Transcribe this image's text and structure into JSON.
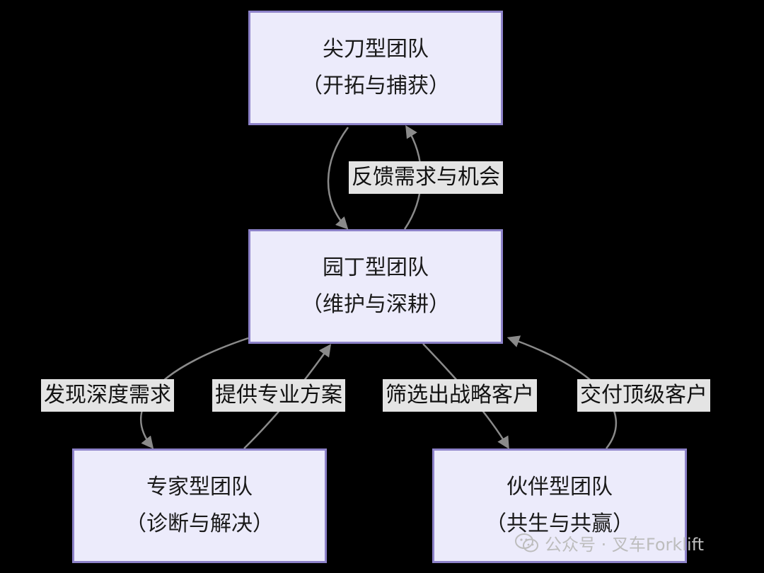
{
  "nodes": {
    "top": {
      "title": "尖刀型团队",
      "subtitle": "（开拓与捕获）"
    },
    "mid": {
      "title": "园丁型团队",
      "subtitle": "（维护与深耕）"
    },
    "left": {
      "title": "专家型团队",
      "subtitle": "（诊断与解决）"
    },
    "right": {
      "title": "伙伴型团队",
      "subtitle": "（共生与共赢）"
    }
  },
  "edges": {
    "feedback": "反馈需求与机会",
    "discover": "发现深度需求",
    "provide": "提供专业方案",
    "filter": "筛选出战略客户",
    "deliver": "交付顶级客户"
  },
  "watermark": {
    "text": "公众号 · 叉车Forklift",
    "icon": "wechat-icon"
  },
  "colors": {
    "node_fill": "#ecebfb",
    "node_border": "#8d82c9",
    "edge": "#8a8a8a",
    "label_bg": "#e4e4e4",
    "background": "#000000"
  }
}
